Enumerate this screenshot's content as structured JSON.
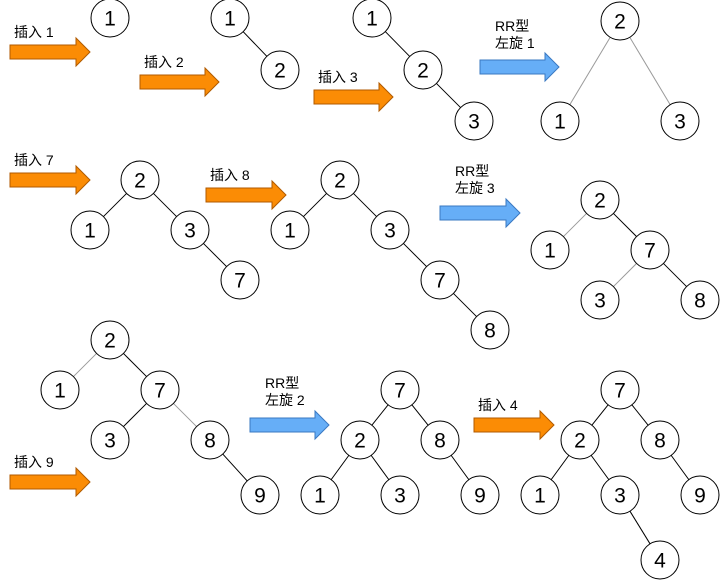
{
  "colors": {
    "insert_arrow_fill": "#fb8c05",
    "insert_arrow_stroke": "#b05a00",
    "rotate_arrow_fill": "#66aef7",
    "rotate_arrow_stroke": "#3a78c2"
  },
  "steps": [
    {
      "id": "s1",
      "kind": "insert",
      "label": [
        "插入 1"
      ]
    },
    {
      "id": "s2",
      "kind": "insert",
      "label": [
        "插入 2"
      ]
    },
    {
      "id": "s3",
      "kind": "insert",
      "label": [
        "插入 3"
      ]
    },
    {
      "id": "s4",
      "kind": "rotate",
      "label": [
        "RR型",
        "左旋 1"
      ]
    },
    {
      "id": "s5",
      "kind": "insert",
      "label": [
        "插入 7"
      ]
    },
    {
      "id": "s6",
      "kind": "insert",
      "label": [
        "插入 8"
      ]
    },
    {
      "id": "s7",
      "kind": "rotate",
      "label": [
        "RR型",
        "左旋 3"
      ]
    },
    {
      "id": "s8",
      "kind": "insert",
      "label": [
        "插入 9"
      ]
    },
    {
      "id": "s9",
      "kind": "rotate",
      "label": [
        "RR型",
        "左旋 2"
      ]
    },
    {
      "id": "s10",
      "kind": "insert",
      "label": [
        "插入 4"
      ]
    }
  ],
  "trees": [
    {
      "id": "t1",
      "nodes": [
        "1"
      ],
      "edges": []
    },
    {
      "id": "t2",
      "nodes": [
        "1",
        "2"
      ],
      "edges": [
        [
          0,
          1
        ]
      ]
    },
    {
      "id": "t3",
      "nodes": [
        "1",
        "2",
        "3"
      ],
      "edges": [
        [
          0,
          1
        ],
        [
          1,
          2
        ]
      ]
    },
    {
      "id": "t4",
      "nodes": [
        "2",
        "1",
        "3"
      ],
      "edges": [
        [
          0,
          1
        ],
        [
          0,
          2
        ]
      ]
    },
    {
      "id": "t5",
      "nodes": [
        "2",
        "1",
        "3",
        "7"
      ],
      "edges": [
        [
          0,
          1
        ],
        [
          0,
          2
        ],
        [
          2,
          3
        ]
      ]
    },
    {
      "id": "t6",
      "nodes": [
        "2",
        "1",
        "3",
        "7",
        "8"
      ],
      "edges": [
        [
          0,
          1
        ],
        [
          0,
          2
        ],
        [
          2,
          3
        ],
        [
          3,
          4
        ]
      ]
    },
    {
      "id": "t7",
      "nodes": [
        "2",
        "1",
        "7",
        "3",
        "8"
      ],
      "edges": [
        [
          0,
          1
        ],
        [
          0,
          2
        ],
        [
          2,
          3
        ],
        [
          2,
          4
        ]
      ]
    },
    {
      "id": "t8",
      "nodes": [
        "2",
        "1",
        "7",
        "3",
        "8",
        "9"
      ],
      "edges": [
        [
          0,
          1
        ],
        [
          0,
          2
        ],
        [
          2,
          3
        ],
        [
          2,
          4
        ],
        [
          4,
          5
        ]
      ]
    },
    {
      "id": "t9",
      "nodes": [
        "7",
        "2",
        "8",
        "1",
        "3",
        "9"
      ],
      "edges": [
        [
          0,
          1
        ],
        [
          0,
          2
        ],
        [
          1,
          3
        ],
        [
          1,
          4
        ],
        [
          2,
          5
        ]
      ]
    },
    {
      "id": "t10",
      "nodes": [
        "7",
        "2",
        "8",
        "1",
        "3",
        "9",
        "4"
      ],
      "edges": [
        [
          0,
          1
        ],
        [
          0,
          2
        ],
        [
          1,
          3
        ],
        [
          1,
          4
        ],
        [
          2,
          5
        ],
        [
          4,
          6
        ]
      ]
    }
  ]
}
